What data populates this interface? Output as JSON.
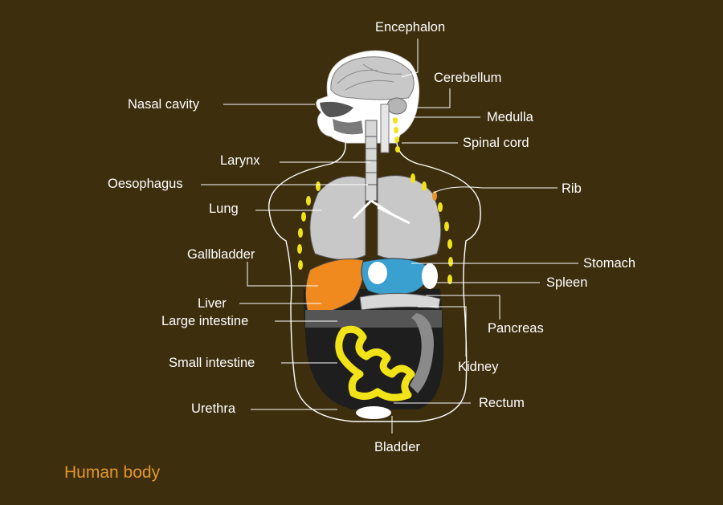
{
  "caption": "Human body",
  "colors": {
    "background": "#3d2e0d",
    "leader_lines": "#ffffff",
    "ribs": "#f2e318",
    "liver": "#f08a1e",
    "stomach": "#3aa0cf",
    "small_intestine": "#f2e318",
    "caption": "#e3962e"
  },
  "labels": {
    "encephalon": "Encephalon",
    "cerebellum": "Cerebellum",
    "nasal_cavity": "Nasal cavity",
    "medulla": "Medulla",
    "spinal_cord": "Spinal cord",
    "larynx": "Larynx",
    "oesophagus": "Oesophagus",
    "rib": "Rib",
    "lung": "Lung",
    "gallbladder": "Gallbladder",
    "stomach": "Stomach",
    "spleen": "Spleen",
    "liver": "Liver",
    "large_intestine": "Large intestine",
    "pancreas": "Pancreas",
    "small_intestine": "Small intestine",
    "kidney": "Kidney",
    "urethra": "Urethra",
    "rectum": "Rectum",
    "bladder": "Bladder"
  }
}
